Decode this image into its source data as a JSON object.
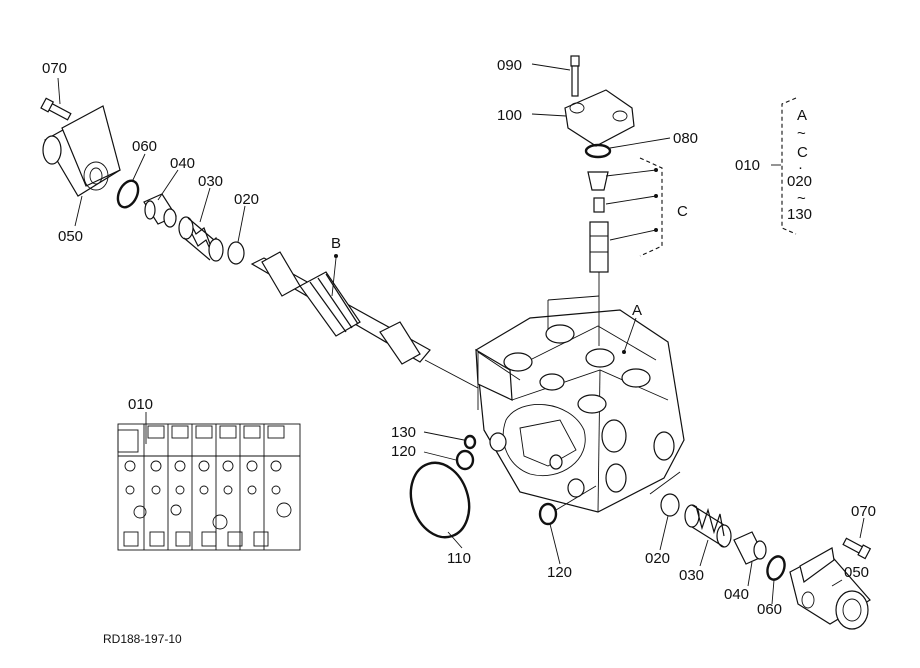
{
  "callouts": {
    "p070_left": "070",
    "p060_left": "060",
    "p040_left": "040",
    "p030_left": "030",
    "p020_left": "020",
    "p050_left": "050",
    "pB": "B",
    "p090": "090",
    "p100": "100",
    "p080": "080",
    "pC": "C",
    "pA": "A",
    "p130": "130",
    "p120_left": "120",
    "p110": "110",
    "p120_bottom": "120",
    "p020_right": "020",
    "p030_right": "030",
    "p040_right": "040",
    "p060_right": "060",
    "p070_right": "070",
    "p050_right": "050",
    "p010_inset": "010"
  },
  "legend": {
    "main_label": "010",
    "range": [
      "A",
      "~",
      "C",
      "·",
      "020",
      "~",
      "130"
    ]
  },
  "footer": {
    "ref_code": "RD188-197-10"
  }
}
